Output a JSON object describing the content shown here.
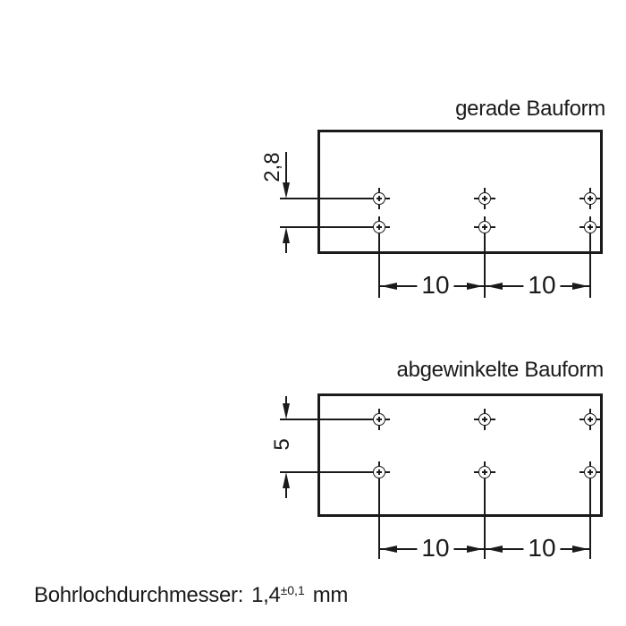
{
  "drawing": {
    "line_color": "#1a1a1a",
    "background_color": "#ffffff"
  },
  "diagrams": [
    {
      "title": "gerade Bauform",
      "vertical_dim": "2,8",
      "pitch_dims": [
        "10",
        "10"
      ],
      "hole_grid": {
        "rows": 2,
        "cols": 3
      }
    },
    {
      "title": "abgewinkelte Bauform",
      "vertical_dim": "5",
      "pitch_dims": [
        "10",
        "10"
      ],
      "hole_grid": {
        "rows": 2,
        "cols": 3
      }
    }
  ],
  "footer": {
    "label": "Bohrlochdurchmesser:",
    "value": "1,4",
    "tolerance": "±0,1",
    "unit": "mm"
  }
}
